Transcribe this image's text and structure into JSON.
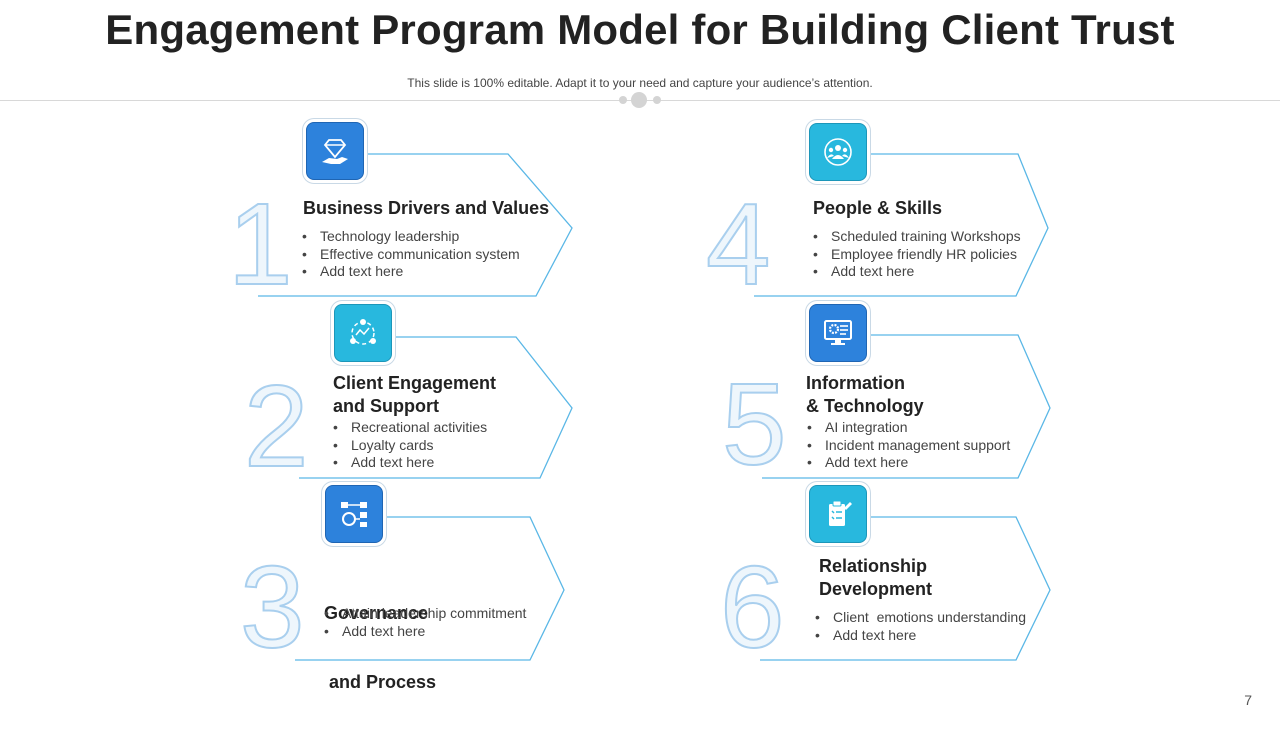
{
  "header": {
    "title": "Engagement Program Model for Building Client Trust",
    "subtitle": "This slide is 100% editable. Adapt it to your need and capture your audience’s attention."
  },
  "page_number": "7",
  "colors": {
    "blue": "#2d82dc",
    "cyan": "#28b8de",
    "outline": "#5ab7e6"
  },
  "items": [
    {
      "number": "1",
      "title_lines": [
        "Business Drivers and Values"
      ],
      "bullets": [
        "Technology leadership",
        "Effective communication system",
        "Add text here"
      ],
      "icon": "diamond-hand-icon"
    },
    {
      "number": "2",
      "title_lines": [
        "Client Engagement",
        "and Support"
      ],
      "bullets": [
        "Recreational activities",
        "Loyalty cards",
        "Add text here"
      ],
      "icon": "network-cycle-icon"
    },
    {
      "number": "3",
      "title_lines": [
        "Governance",
        " and Process"
      ],
      "bullets": [
        "Attain leadership commitment",
        "Add text here"
      ],
      "icon": "process-flow-icon"
    },
    {
      "number": "4",
      "title_lines": [
        "People & Skills"
      ],
      "bullets": [
        "Scheduled training Workshops",
        "Employee friendly HR policies",
        "Add text here"
      ],
      "icon": "people-group-icon"
    },
    {
      "number": "5",
      "title_lines": [
        "Information",
        "& Technology"
      ],
      "bullets": [
        "AI integration",
        "Incident management support",
        "Add text here"
      ],
      "icon": "monitor-gear-icon"
    },
    {
      "number": "6",
      "title_lines": [
        "Relationship",
        "Development"
      ],
      "bullets": [
        "Client  emotions understanding",
        "Add text here"
      ],
      "icon": "checklist-icon"
    }
  ]
}
